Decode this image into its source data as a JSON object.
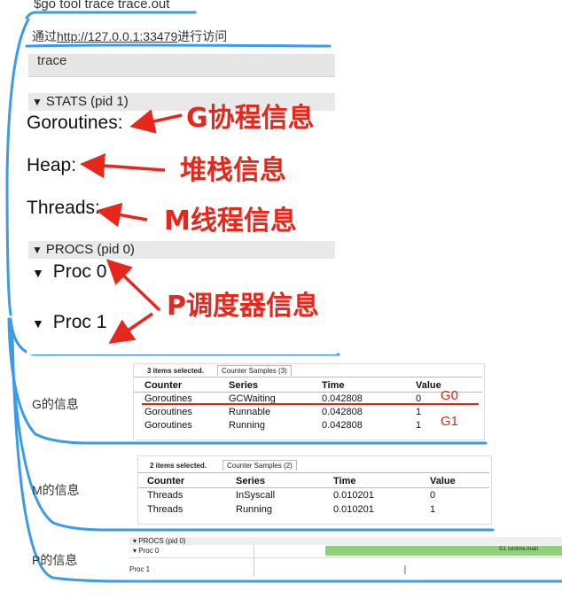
{
  "header": {
    "command": "$go tool trace trace.out",
    "url_prefix": "通过",
    "url_link": "http://127.0.0.1:33479",
    "url_suffix": "进行访问"
  },
  "trace_panel": {
    "title": "trace",
    "stats_section": "STATS (pid 1)",
    "stats_items": [
      "Goroutines:",
      "Heap:",
      "Threads:"
    ],
    "procs_section": "PROCS (pid 0)",
    "procs_items": [
      "Proc 0",
      "Proc 1"
    ]
  },
  "annotations": {
    "g": "G协程信息",
    "heap": "堆栈信息",
    "m": "M线程信息",
    "p": "P调度器信息"
  },
  "side_labels": {
    "g": "G的信息",
    "m": "M的信息",
    "p": "P的信息"
  },
  "g_table": {
    "selected": "3 items selected.",
    "tab": "Counter Samples (3)",
    "headers": [
      "Counter",
      "Series",
      "Time",
      "Value"
    ],
    "rows": [
      [
        "Goroutines",
        "GCWaiting",
        "0.042808",
        "0"
      ],
      [
        "Goroutines",
        "Runnable",
        "0.042808",
        "1"
      ],
      [
        "Goroutines",
        "Running",
        "0.042808",
        "1"
      ]
    ],
    "note_g0": "G0",
    "note_g1": "G1"
  },
  "m_table": {
    "selected": "2 items selected.",
    "tab": "Counter Samples (2)",
    "headers": [
      "Counter",
      "Series",
      "Time",
      "Value"
    ],
    "rows": [
      [
        "Threads",
        "InSyscall",
        "0.010201",
        "0"
      ],
      [
        "Threads",
        "Running",
        "0.010201",
        "1"
      ]
    ]
  },
  "p_timeline": {
    "section": "PROCS (pid 0)",
    "proc0": "Proc 0",
    "proc1": "Proc 1",
    "bar_label": "G1 runtime.main"
  },
  "colors": {
    "annotation_red": "#e8271c",
    "bracket_blue": "#3a9be6",
    "timeline_green": "#8fd17a"
  }
}
